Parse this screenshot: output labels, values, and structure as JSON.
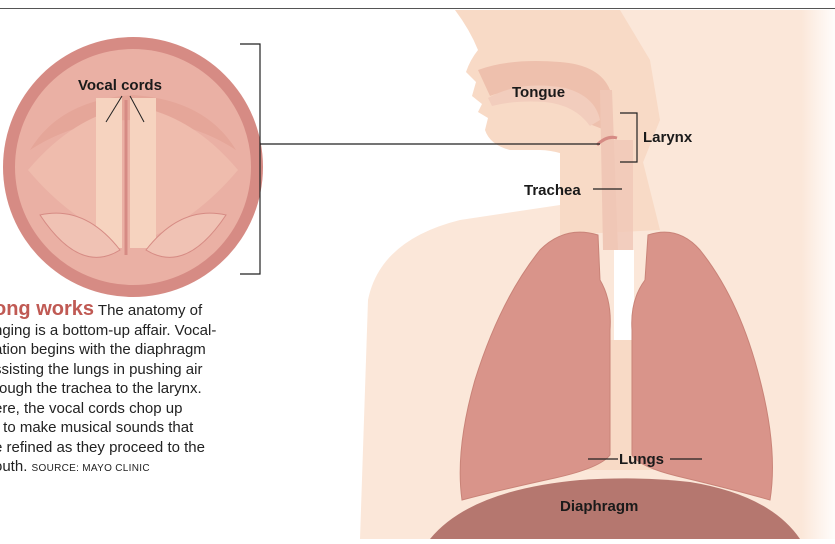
{
  "labels": {
    "vocal_cords": "Vocal cords",
    "tongue": "Tongue",
    "larynx": "Larynx",
    "trachea": "Trachea",
    "lungs": "Lungs",
    "diaphragm": "Diaphragm"
  },
  "caption": {
    "heading": "ong works",
    "line1_rest": " The anatomy of",
    "line2": "nging is a bottom-up affair. Vocal-",
    "line3": "ation begins with the diaphragm",
    "line4": "ssisting the lungs in pushing air",
    "line5": "rough the trachea to the larynx.",
    "line6": "ere, the vocal cords chop up",
    "line7": "r to make musical sounds that",
    "line8": "e refined as they proceed to the",
    "line9": "outh.",
    "source": "SOURCE: MAYO CLINIC"
  },
  "colors": {
    "skin_light": "#fbe7d9",
    "skin_mid": "#f6d1b8",
    "lung": "#d9948a",
    "lung_edge": "#c98378",
    "diaphragm": "#b5776f",
    "trachea": "#f0c7b6",
    "circle_rim": "#d68b84",
    "circle_inner": "#eab0a4",
    "cord": "#f6d3bf",
    "heading": "#c05a54"
  }
}
